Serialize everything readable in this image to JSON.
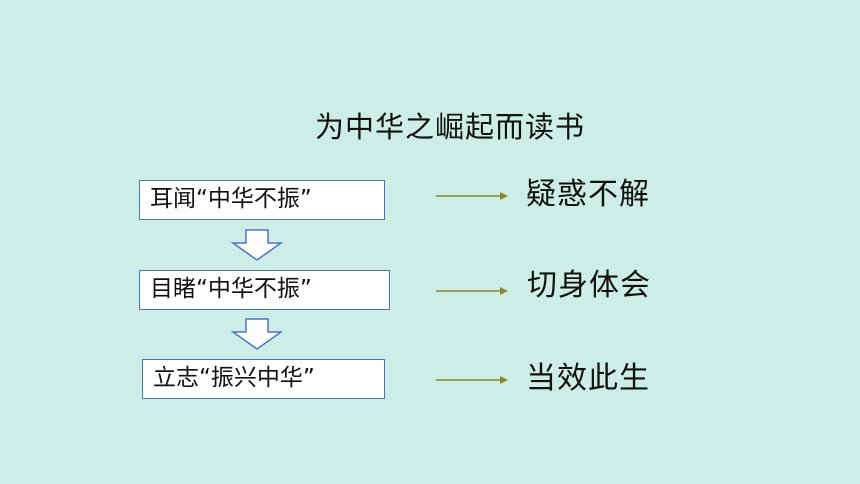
{
  "title": "为中华之崛起而读书",
  "steps": [
    {
      "label": "耳闻“中华不振”",
      "outcome": "疑惑不解"
    },
    {
      "label": "目睹“中华不振”",
      "outcome": "切身体会"
    },
    {
      "label": "立志“振兴中华”",
      "outcome": "当效此生"
    }
  ],
  "colors": {
    "background": "#cdeee6",
    "box_border": "#4a74c9",
    "down_arrow": "#4a74c9",
    "right_arrow": "#8a8a2a"
  }
}
